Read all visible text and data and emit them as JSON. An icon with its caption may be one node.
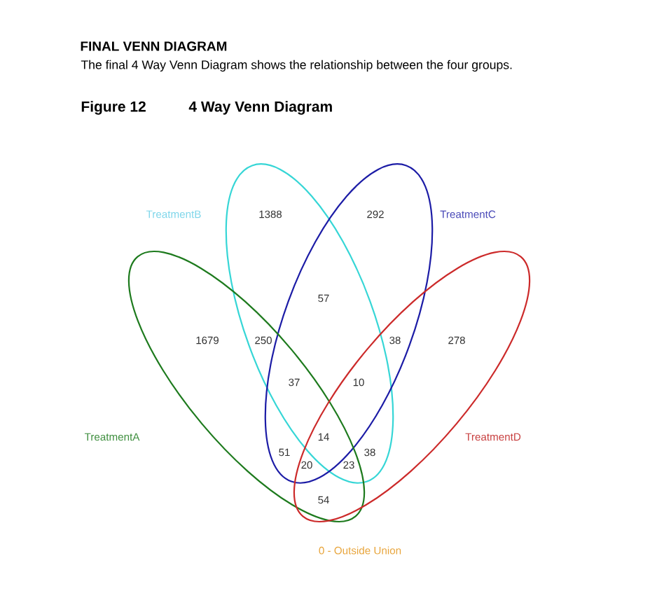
{
  "diagram": {
    "title": "FINAL VENN DIAGRAM",
    "nodes": [
      {
        "text": [
          "TreatmentB"
        ]
      },
      {
        "text": [
          "TreatmentC"
        ]
      },
      {
        "text": [
          "TreatmentA"
        ]
      },
      {
        "text": [
          "TreatmentD"
        ]
      }
    ],
    "labels": [
      "The final 4 Way Venn Diagram shows the relationship between the four groups.",
      "Figure 12",
      "4 Way Venn Diagram",
      "1388",
      "292",
      "57",
      "1679",
      "250",
      "38",
      "278",
      "37",
      "10",
      "14",
      "51",
      "38",
      "20",
      "23",
      "54",
      "0 - Outside Union"
    ]
  }
}
